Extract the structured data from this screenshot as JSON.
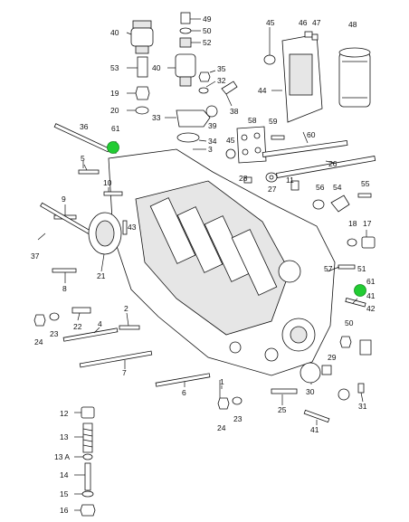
{
  "diagram": {
    "labels": [
      {
        "id": "p49",
        "text": "49"
      },
      {
        "id": "p40a",
        "text": "40"
      },
      {
        "id": "p50",
        "text": "50"
      },
      {
        "id": "p52",
        "text": "52"
      },
      {
        "id": "p53",
        "text": "53"
      },
      {
        "id": "p40b",
        "text": "40"
      },
      {
        "id": "p35",
        "text": "35"
      },
      {
        "id": "p32",
        "text": "32"
      },
      {
        "id": "p19",
        "text": "19"
      },
      {
        "id": "p20",
        "text": "20"
      },
      {
        "id": "p33",
        "text": "33"
      },
      {
        "id": "p38",
        "text": "38"
      },
      {
        "id": "p39",
        "text": "39"
      },
      {
        "id": "p34",
        "text": "34"
      },
      {
        "id": "p3",
        "text": "3"
      },
      {
        "id": "p36",
        "text": "36"
      },
      {
        "id": "p61a",
        "text": "61"
      },
      {
        "id": "p5",
        "text": "5"
      },
      {
        "id": "p10",
        "text": "10"
      },
      {
        "id": "p9",
        "text": "9"
      },
      {
        "id": "p43",
        "text": "43"
      },
      {
        "id": "p37",
        "text": "37"
      },
      {
        "id": "p21",
        "text": "21"
      },
      {
        "id": "p8",
        "text": "8"
      },
      {
        "id": "p24a",
        "text": "24"
      },
      {
        "id": "p23a",
        "text": "23"
      },
      {
        "id": "p22",
        "text": "22"
      },
      {
        "id": "p4",
        "text": "4"
      },
      {
        "id": "p2",
        "text": "2"
      },
      {
        "id": "p7",
        "text": "7"
      },
      {
        "id": "p6",
        "text": "6"
      },
      {
        "id": "p1",
        "text": "1"
      },
      {
        "id": "p24b",
        "text": "24"
      },
      {
        "id": "p23b",
        "text": "23"
      },
      {
        "id": "p25",
        "text": "25"
      },
      {
        "id": "p41a",
        "text": "41"
      },
      {
        "id": "p45",
        "text": "45"
      },
      {
        "id": "p46",
        "text": "46"
      },
      {
        "id": "p47",
        "text": "47"
      },
      {
        "id": "p48",
        "text": "48"
      },
      {
        "id": "p44",
        "text": "44"
      },
      {
        "id": "p58",
        "text": "58"
      },
      {
        "id": "p59",
        "text": "59"
      },
      {
        "id": "p60",
        "text": "60"
      },
      {
        "id": "p45b",
        "text": "45"
      },
      {
        "id": "p26",
        "text": "26"
      },
      {
        "id": "p28",
        "text": "28"
      },
      {
        "id": "p27",
        "text": "27"
      },
      {
        "id": "p11",
        "text": "11"
      },
      {
        "id": "p56",
        "text": "56"
      },
      {
        "id": "p54",
        "text": "54"
      },
      {
        "id": "p55",
        "text": "55"
      },
      {
        "id": "p18",
        "text": "18"
      },
      {
        "id": "p17",
        "text": "17"
      },
      {
        "id": "p57",
        "text": "57"
      },
      {
        "id": "p51",
        "text": "51"
      },
      {
        "id": "p61b",
        "text": "61"
      },
      {
        "id": "p41b",
        "text": "41"
      },
      {
        "id": "p42",
        "text": "42"
      },
      {
        "id": "p50b",
        "text": "50"
      },
      {
        "id": "p29",
        "text": "29"
      },
      {
        "id": "p30",
        "text": "30"
      },
      {
        "id": "p31",
        "text": "31"
      },
      {
        "id": "p12",
        "text": "12"
      },
      {
        "id": "p13",
        "text": "13"
      },
      {
        "id": "p13a",
        "text": "13 A"
      },
      {
        "id": "p14",
        "text": "14"
      },
      {
        "id": "p15",
        "text": "15"
      },
      {
        "id": "p16",
        "text": "16"
      }
    ],
    "hotspots": [
      {
        "id": "h61a",
        "label": "61"
      },
      {
        "id": "h61b",
        "label": "61"
      }
    ],
    "colors": {
      "hotspot": "#22cc33",
      "line": "#111111"
    }
  }
}
